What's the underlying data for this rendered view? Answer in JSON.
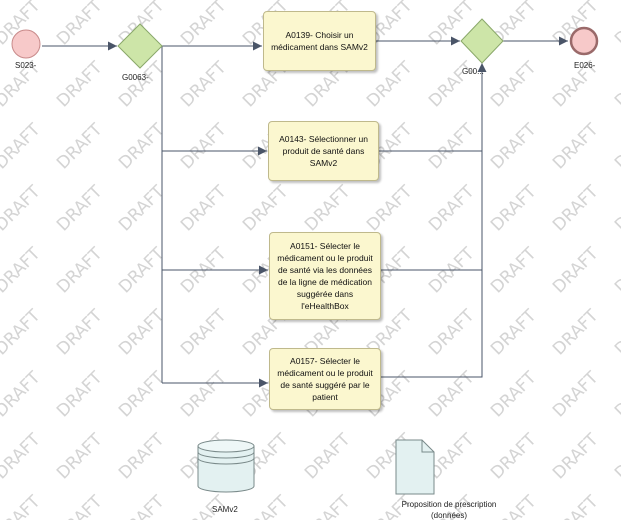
{
  "watermark": "DRAFT",
  "events": {
    "start": {
      "label": "S023-",
      "color": "#f7c9c9"
    },
    "end": {
      "label": "E026-",
      "color": "#f7c9c9"
    }
  },
  "gateways": {
    "split": {
      "label": "G0063-"
    },
    "merge": {
      "label": "G00..."
    },
    "color": "#cde5a8"
  },
  "tasks": [
    {
      "id": "A0139",
      "text": "A0139-  Choisir un médicament dans SAMv2"
    },
    {
      "id": "A0143",
      "text": "A0143-  Sélectionner un produit de santé dans SAMv2"
    },
    {
      "id": "A0151",
      "text": "A0151-  Sélecter le médicament ou le produit de santé via les données de la ligne de médication suggérée dans l'eHealthBox"
    },
    {
      "id": "A0157",
      "text": "A0157-  Sélecter le médicament ou le produit de santé suggéré par le patient"
    }
  ],
  "artifacts": {
    "datastore": {
      "label": "SAMv2"
    },
    "document": {
      "label_line1": "Proposition de prescription",
      "label_line2": "(données)"
    }
  },
  "colors": {
    "task_fill": "#fbf7cf",
    "flow_line": "#4a5568"
  }
}
